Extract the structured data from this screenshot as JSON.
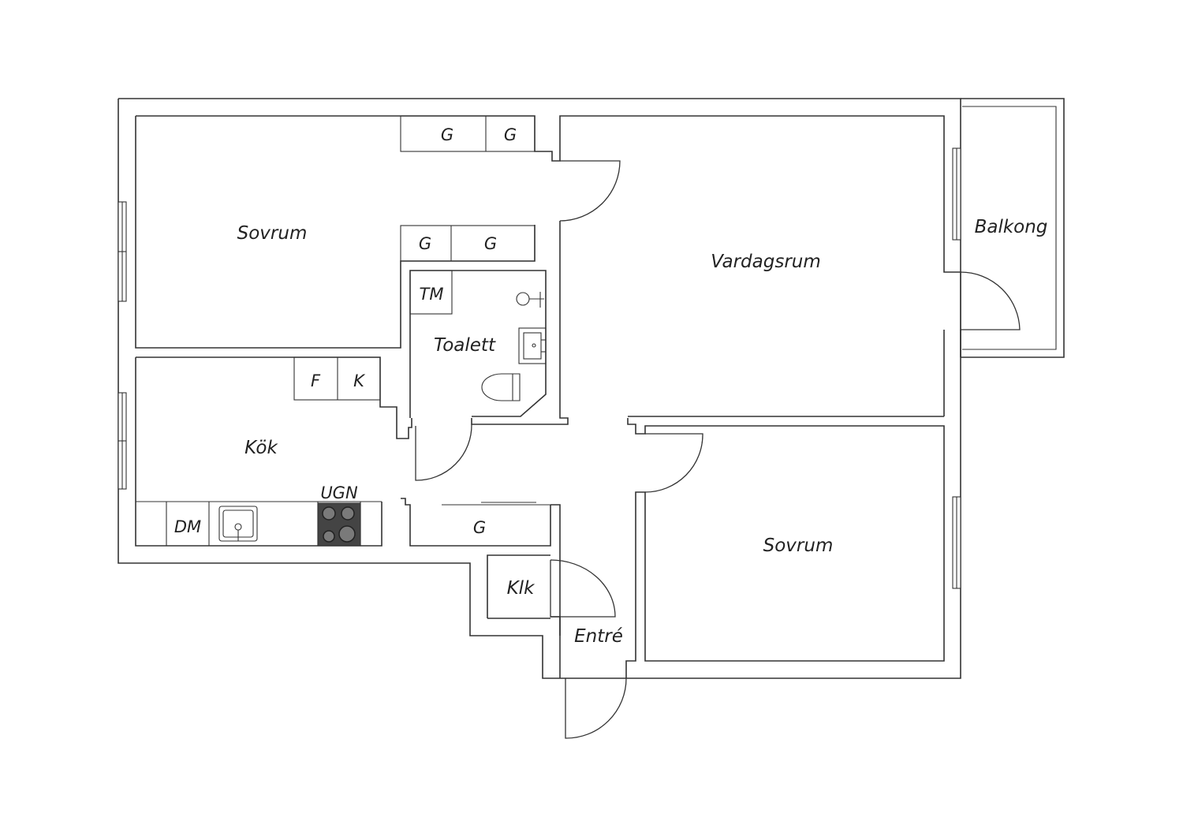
{
  "rooms": {
    "bedroom_1": "Sovrum",
    "living_room": "Vardagsrum",
    "balcony": "Balkong",
    "toilet": "Toalett",
    "kitchen": "Kök",
    "bedroom_2": "Sovrum",
    "entrance": "Entré",
    "wardrobe_room": "Klk"
  },
  "fixtures": {
    "wardrobe_1": "G",
    "wardrobe_2": "G",
    "wardrobe_3": "G",
    "wardrobe_4": "G",
    "hall_wardrobe": "G",
    "washing_machine": "TM",
    "freezer": "F",
    "fridge": "K",
    "dishwasher": "DM",
    "oven": "UGN"
  },
  "colors": {
    "line": "#333333",
    "stove": "#444444",
    "background": "#ffffff"
  }
}
